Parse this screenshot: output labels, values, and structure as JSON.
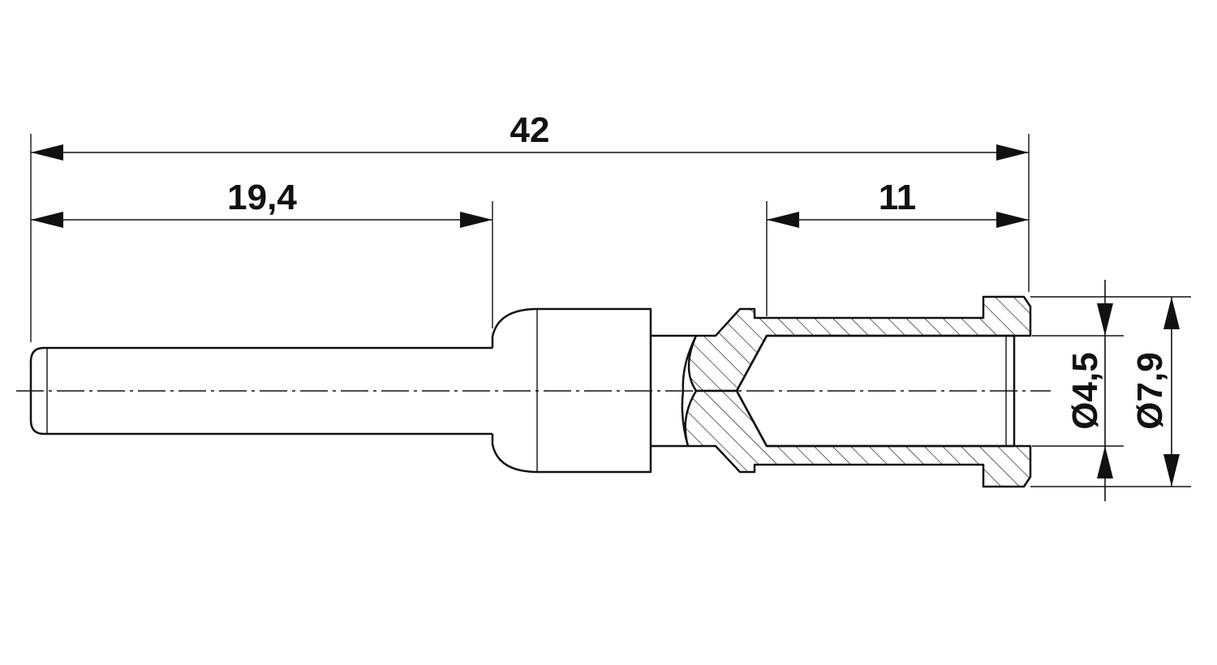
{
  "dimensions": {
    "overall_length": "42",
    "pin_length": "19,4",
    "crimp_length": "11",
    "inner_diameter": "Ø4,5",
    "outer_diameter": "Ø7,9"
  }
}
